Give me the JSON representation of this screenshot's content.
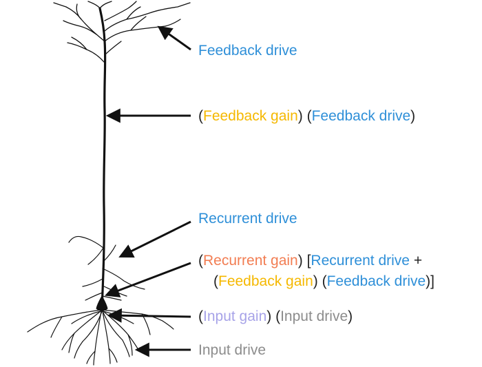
{
  "colors": {
    "black": "#111111",
    "feedback_drive": "#2e8fd8",
    "feedback_gain": "#f5b800",
    "recurrent_drive": "#2e8fd8",
    "recurrent_gain": "#f27d52",
    "input_gain": "#a7a3e8",
    "input_drive": "#8c8c8c"
  },
  "icons": {
    "neuron": "pyramidal-neuron-drawing",
    "arrow": "arrow-pointer"
  },
  "labels": {
    "feedback_drive": {
      "text": "Feedback drive"
    },
    "feedback_term": {
      "open1": "(",
      "gain": "Feedback gain",
      "close1": ") (",
      "drive": "Feedback drive",
      "close2": ")"
    },
    "recurrent_drive": {
      "text": "Recurrent drive"
    },
    "recurrent_term": {
      "open1": "(",
      "rgain": "Recurrent gain",
      "mid1": ") [",
      "rdrive": "Recurrent drive",
      "plus": " +",
      "open2": "(",
      "fgain": "Feedback gain",
      "mid2": ") (",
      "fdrive": "Feedback drive",
      "close": ")]"
    },
    "input_term": {
      "open1": "(",
      "gain": "Input gain",
      "mid": ") (",
      "drive": "Input drive",
      "close": ")"
    },
    "input_drive": {
      "text": "Input drive"
    }
  }
}
